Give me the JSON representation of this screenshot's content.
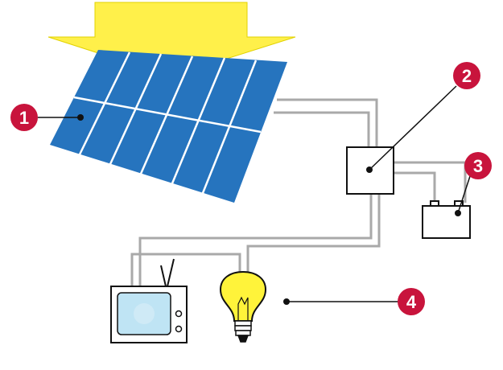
{
  "colors": {
    "sun_arrow": "#FFF04A",
    "sun_arrow_edge": "#E2D200",
    "panel": "#2674BE",
    "panel_grid": "#FFFFFF",
    "wire": "#A9A9A9",
    "badge": "#C8143C",
    "outline": "#111111",
    "tv_screen": "#BFE4F4",
    "bulb": "#FFF33A"
  },
  "callouts": [
    {
      "number": "1",
      "component": "solar-panel"
    },
    {
      "number": "2",
      "component": "charge-controller"
    },
    {
      "number": "3",
      "component": "battery"
    },
    {
      "number": "4",
      "component": "loads"
    }
  ]
}
